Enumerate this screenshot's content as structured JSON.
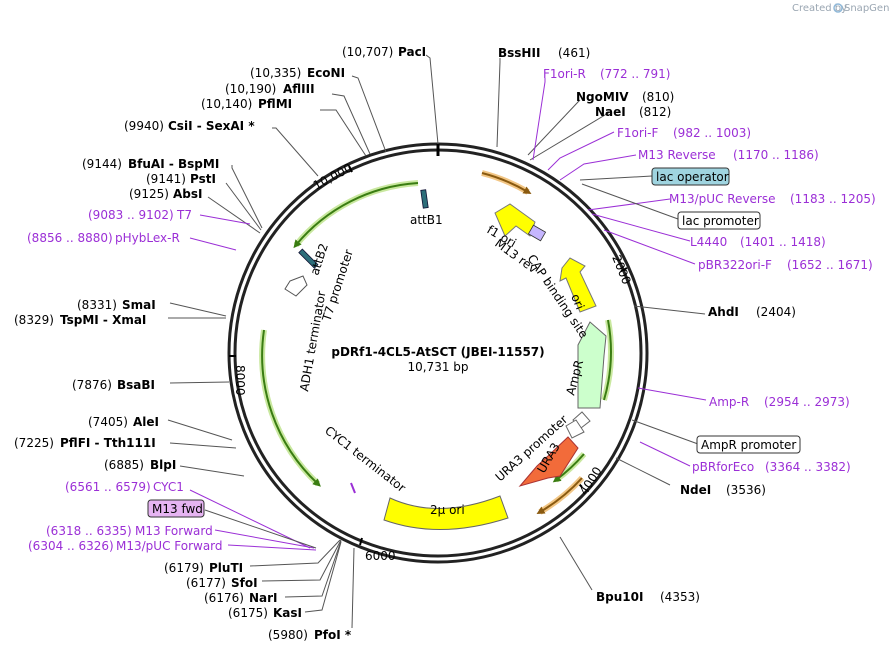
{
  "app": {
    "credit_text": "Created by",
    "brand": "SnapGene",
    "brand_color": "#8fb8d8"
  },
  "plasmid": {
    "name": "pDRf1-4CL5-AtSCT (JBEI-11557)",
    "size_label": "10,731 bp",
    "total_bp": 10731
  },
  "ticks": [
    {
      "label": "2000",
      "bp": 2000
    },
    {
      "label": "4000",
      "bp": 4000
    },
    {
      "label": "6000",
      "bp": 6000
    },
    {
      "label": "8000",
      "bp": 8000
    },
    {
      "label": "10,000",
      "bp": 10000
    }
  ],
  "enzymes_right": [
    {
      "name": "BssHII",
      "pos": "(461)"
    },
    {
      "name": "NgoMIV",
      "pos": "(810)"
    },
    {
      "name": "NaeI",
      "pos": "(812)"
    },
    {
      "name": "AhdI",
      "pos": "(2404)"
    },
    {
      "name": "NdeI",
      "pos": "(3536)"
    },
    {
      "name": "Bpu10I",
      "pos": "(4353)"
    }
  ],
  "enzymes_left": [
    {
      "name": "PacI",
      "pos": "(10,707)"
    },
    {
      "name": "EcoNI",
      "pos": "(10,335)"
    },
    {
      "name": "AflIII",
      "pos": "(10,190)"
    },
    {
      "name": "PflMI",
      "pos": "(10,140)"
    },
    {
      "name": "CsiI - SexAI *",
      "pos": "(9940)"
    },
    {
      "name": "BfuAI - BspMI",
      "pos": "(9144)"
    },
    {
      "name": "PstI",
      "pos": "(9141)"
    },
    {
      "name": "AbsI",
      "pos": "(9125)"
    },
    {
      "name": "SmaI",
      "pos": "(8331)"
    },
    {
      "name": "TspMI - XmaI",
      "pos": "(8329)"
    },
    {
      "name": "BsaBI",
      "pos": "(7876)"
    },
    {
      "name": "AleI",
      "pos": "(7405)"
    },
    {
      "name": "PflFI - Tth111I",
      "pos": "(7225)"
    },
    {
      "name": "BlpI",
      "pos": "(6885)"
    },
    {
      "name": "PluTI",
      "pos": "(6179)"
    },
    {
      "name": "SfoI",
      "pos": "(6177)"
    },
    {
      "name": "NarI",
      "pos": "(6176)"
    },
    {
      "name": "KasI",
      "pos": "(6175)"
    },
    {
      "name": "PfoI *",
      "pos": "(5980)"
    }
  ],
  "primers_right": [
    {
      "name": "F1ori-R",
      "range": "(772 .. 791)"
    },
    {
      "name": "F1ori-F",
      "range": "(982 .. 1003)"
    },
    {
      "name": "M13 Reverse",
      "range": "(1170 .. 1186)"
    },
    {
      "name": "M13/pUC Reverse",
      "range": "(1183 .. 1205)"
    },
    {
      "name": "L4440",
      "range": "(1401 .. 1418)"
    },
    {
      "name": "pBR322ori-F",
      "range": "(1652 .. 1671)"
    },
    {
      "name": "Amp-R",
      "range": "(2954 .. 2973)"
    },
    {
      "name": "pBRforEco",
      "range": "(3364 .. 3382)"
    }
  ],
  "primers_left": [
    {
      "name": "T7",
      "range": "(9083 .. 9102)"
    },
    {
      "name": "pHybLex-R",
      "range": "(8856 .. 8880)"
    },
    {
      "name": "CYC1",
      "range": "(6561 .. 6579)"
    },
    {
      "name": "M13 Forward",
      "range": "(6318 .. 6335)"
    },
    {
      "name": "M13/pUC Forward",
      "range": "(6304 .. 6326)"
    }
  ],
  "boxed_labels": {
    "lac_operator": "lac operator",
    "lac_promoter": "lac promoter",
    "ampr_promoter": "AmpR promoter",
    "m13_fwd": "M13 fwd"
  },
  "features": {
    "attB1": "attB1",
    "attB2": "attB2",
    "t7_promoter": "T7 promoter",
    "adh1_terminator": "ADH1 terminator",
    "cyc1_terminator": "CYC1 terminator",
    "two_micron_ori": "2μ ori",
    "ura3": "URA3",
    "ura3_promoter": "URA3 promoter",
    "ampr": "AmpR",
    "ori": "ori",
    "cap_binding_site": "CAP binding site",
    "f1_ori": "f1 ori",
    "m13_rev": "M13 rev"
  },
  "colors": {
    "primer": "#9b2fd6",
    "ori_yellow": "#ffff00",
    "ampr_green": "#ccffcc",
    "ura3_orange": "#f26b3a",
    "green_arc": "#66bb22",
    "orange_arc": "#d9942b",
    "lac_operator_bg": "#9fd4e0"
  }
}
